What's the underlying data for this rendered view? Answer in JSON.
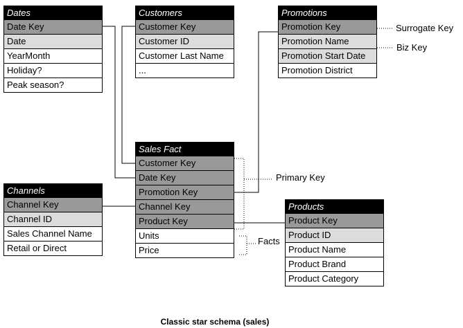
{
  "tables": {
    "dates": {
      "title": "Dates",
      "rows": [
        {
          "label": "Date Key",
          "kind": "key"
        },
        {
          "label": "Date",
          "kind": "biz"
        },
        {
          "label": "YearMonth",
          "kind": "plain"
        },
        {
          "label": "Holiday?",
          "kind": "plain"
        },
        {
          "label": "Peak season?",
          "kind": "plain"
        }
      ]
    },
    "customers": {
      "title": "Customers",
      "rows": [
        {
          "label": "Customer Key",
          "kind": "key"
        },
        {
          "label": "Customer ID",
          "kind": "biz"
        },
        {
          "label": "Customer Last Name",
          "kind": "plain"
        },
        {
          "label": "...",
          "kind": "plain"
        }
      ]
    },
    "promotions": {
      "title": "Promotions",
      "rows": [
        {
          "label": "Promotion Key",
          "kind": "key"
        },
        {
          "label": "Promotion Name",
          "kind": "biz"
        },
        {
          "label": "Promotion Start Date",
          "kind": "biz"
        },
        {
          "label": "Promotion District",
          "kind": "plain"
        }
      ]
    },
    "sales_fact": {
      "title": "Sales Fact",
      "rows": [
        {
          "label": "Customer Key",
          "kind": "key"
        },
        {
          "label": "Date Key",
          "kind": "key"
        },
        {
          "label": "Promotion Key",
          "kind": "key"
        },
        {
          "label": "Channel Key",
          "kind": "key"
        },
        {
          "label": "Product Key",
          "kind": "key"
        },
        {
          "label": "Units",
          "kind": "plain"
        },
        {
          "label": "Price",
          "kind": "plain"
        }
      ]
    },
    "channels": {
      "title": "Channels",
      "rows": [
        {
          "label": "Channel Key",
          "kind": "key"
        },
        {
          "label": "Channel ID",
          "kind": "biz"
        },
        {
          "label": "Sales Channel Name",
          "kind": "plain"
        },
        {
          "label": "Retail or Direct",
          "kind": "plain"
        }
      ]
    },
    "products": {
      "title": "Products",
      "rows": [
        {
          "label": "Product Key",
          "kind": "key"
        },
        {
          "label": "Product ID",
          "kind": "biz"
        },
        {
          "label": "Product Name",
          "kind": "plain"
        },
        {
          "label": "Product Brand",
          "kind": "plain"
        },
        {
          "label": "Product Category",
          "kind": "plain"
        }
      ]
    }
  },
  "annotations": {
    "surrogate_key": "Surrogate Key",
    "biz_key": "Biz Key",
    "primary_key": "Primary Key",
    "facts": "Facts"
  },
  "caption": "Classic star schema (sales)",
  "colors": {
    "title_bg": "#000000",
    "key_row": "#999999",
    "biz_row": "#dcdcdc",
    "plain_row": "#ffffff"
  }
}
